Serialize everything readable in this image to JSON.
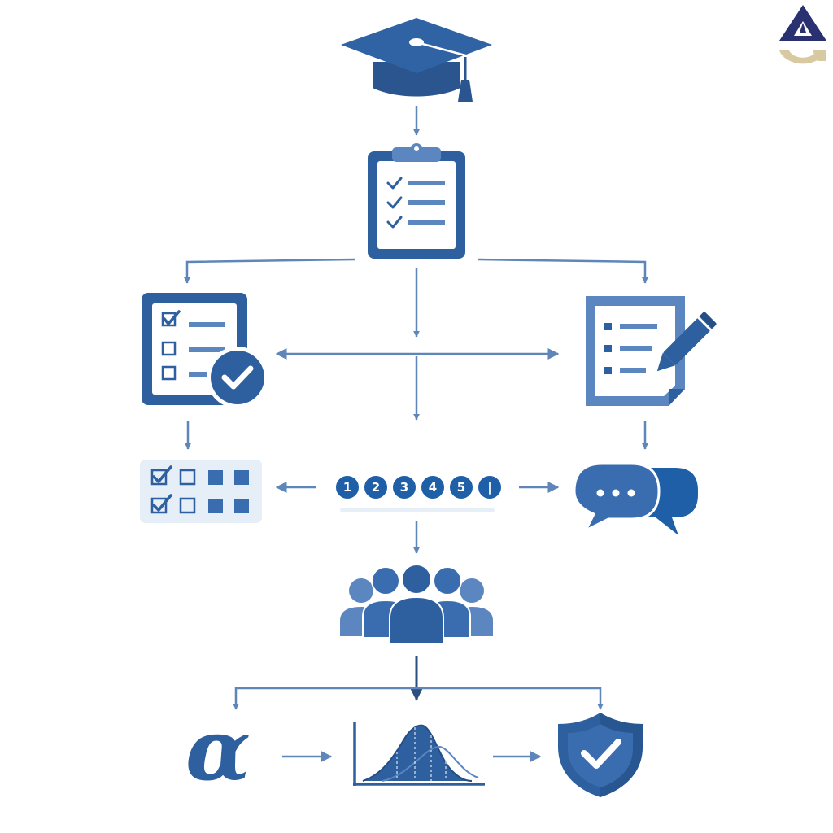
{
  "colors": {
    "primary": "#2e5f9e",
    "dark": "#244e86",
    "light": "#5b86c0",
    "arrow": "#5f86b8",
    "panel": "#e6eef7",
    "bubble": "#1f5fa8",
    "logo_navy": "#2a3170",
    "logo_gold": "#d8c9a3"
  },
  "scale": {
    "labels": [
      "1",
      "2",
      "3",
      "4",
      "5",
      "|"
    ]
  },
  "symbols": {
    "alpha": "α"
  },
  "icons": [
    "graduation-cap-icon",
    "clipboard-checklist-icon",
    "verified-checklist-icon",
    "document-pencil-icon",
    "checkbox-grid-icon",
    "rating-scale-icon",
    "chat-bubbles-icon",
    "group-people-icon",
    "alpha-symbol-icon",
    "distribution-chart-icon",
    "shield-check-icon",
    "logo-icon"
  ]
}
